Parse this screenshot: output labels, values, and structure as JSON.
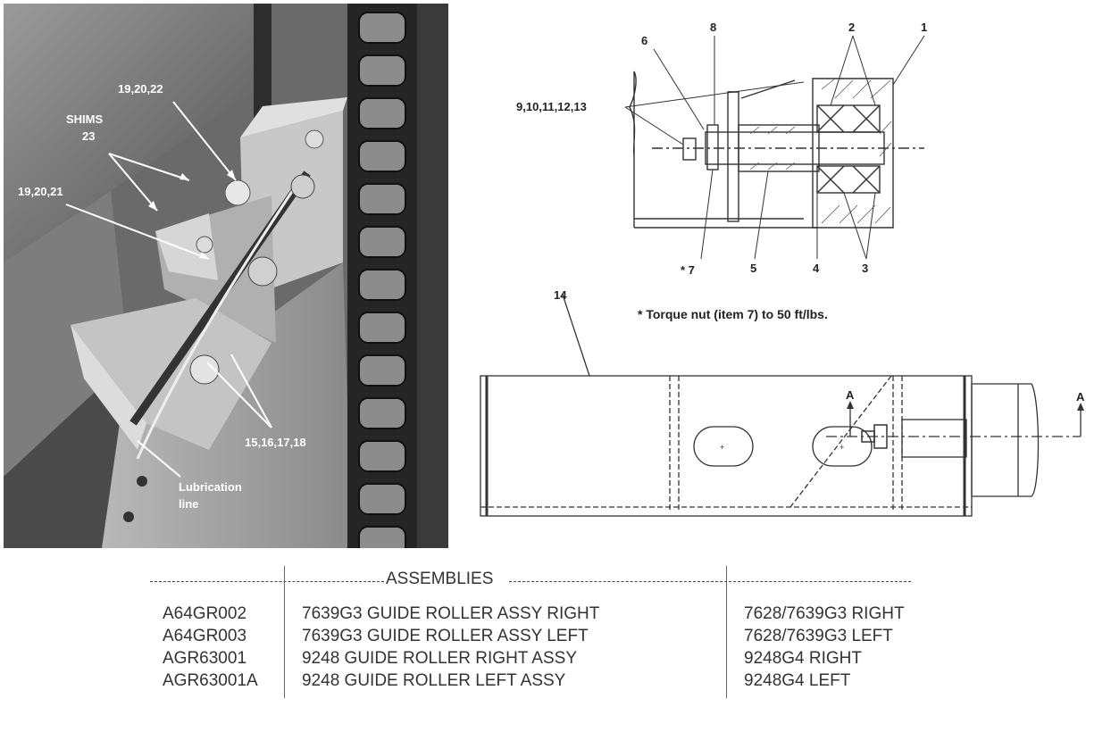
{
  "photo": {
    "labels": {
      "shims": "SHIMS",
      "shims_num": "23",
      "p19_20_22": "19,20,22",
      "p19_20_21": "19,20,21",
      "p15_18": "15,16,17,18",
      "lube1": "Lubrication",
      "lube2": "line"
    }
  },
  "section": {
    "labels": {
      "n6": "6",
      "n8": "8",
      "n2": "2",
      "n1": "1",
      "n9_13": "9,10,11,12,13",
      "n7": "* 7",
      "n5": "5",
      "n4": "4",
      "n3": "3"
    },
    "torque_note": "* Torque nut (item 7) to  50 ft/lbs."
  },
  "roller": {
    "labels": {
      "n14": "14",
      "a_left": "A",
      "a_right": "A"
    }
  },
  "assemblies": {
    "title": "ASSEMBLIES",
    "rows": [
      {
        "part": "A64GR002",
        "desc": "7639G3 GUIDE ROLLER ASSY RIGHT",
        "ref": "7628/7639G3 RIGHT"
      },
      {
        "part": "A64GR003",
        "desc": "7639G3 GUIDE ROLLER ASSY LEFT",
        "ref": "7628/7639G3 LEFT"
      },
      {
        "part": "AGR63001",
        "desc": "9248 GUIDE ROLLER RIGHT ASSY",
        "ref": "9248G4 RIGHT"
      },
      {
        "part": "AGR63001A",
        "desc": "9248 GUIDE ROLLER LEFT ASSY",
        "ref": "9248G4 LEFT"
      }
    ]
  }
}
